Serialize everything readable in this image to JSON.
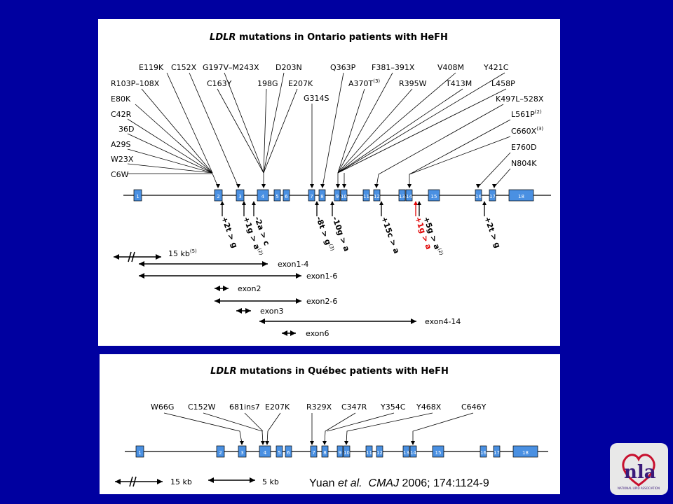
{
  "panel1": {
    "title_italic": "LDLR",
    "title_rest": " mutations in Ontario patients with HeFH",
    "exons": [
      "1",
      "2",
      "3",
      "4",
      "5",
      "6",
      "7",
      "8",
      "9",
      "10",
      "11",
      "12",
      "13",
      "14",
      "15",
      "16",
      "17",
      "18"
    ],
    "top_labels": [
      {
        "text": "E119K",
        "sup": ""
      },
      {
        "text": "C152X",
        "sup": ""
      },
      {
        "text": "G197V–M243X",
        "sup": ""
      },
      {
        "text": "D203N",
        "sup": ""
      },
      {
        "text": "R103P–108X",
        "sup": ""
      },
      {
        "text": "C163Y",
        "sup": ""
      },
      {
        "text": "198G",
        "sup": ""
      },
      {
        "text": "E207K",
        "sup": ""
      },
      {
        "text": "E80K",
        "sup": ""
      },
      {
        "text": "C42R",
        "sup": ""
      },
      {
        "text": "36D",
        "sup": ""
      },
      {
        "text": "A29S",
        "sup": ""
      },
      {
        "text": "W23X",
        "sup": ""
      },
      {
        "text": "C6W",
        "sup": ""
      },
      {
        "text": "G314S",
        "sup": ""
      },
      {
        "text": "Q363P",
        "sup": ""
      },
      {
        "text": "F381–391X",
        "sup": ""
      },
      {
        "text": "V408M",
        "sup": ""
      },
      {
        "text": "Y421C",
        "sup": ""
      },
      {
        "text": "A370T",
        "sup": "(3)"
      },
      {
        "text": "R395W",
        "sup": ""
      },
      {
        "text": "T413M",
        "sup": ""
      },
      {
        "text": "L458P",
        "sup": ""
      },
      {
        "text": "K497L–528X",
        "sup": ""
      },
      {
        "text": "L561P",
        "sup": "(2)"
      },
      {
        "text": "C660X",
        "sup": "(3)"
      },
      {
        "text": "E760D",
        "sup": ""
      },
      {
        "text": "N804K",
        "sup": ""
      }
    ],
    "splice_labels": [
      {
        "text": "+2t > g",
        "sup": "",
        "color": "#000000"
      },
      {
        "text": "+1g > a",
        "sup": "(2)",
        "color": "#000000"
      },
      {
        "text": "-2a > c",
        "sup": "",
        "color": "#000000"
      },
      {
        "text": "-8t > g",
        "sup": "(3)",
        "color": "#000000"
      },
      {
        "text": "-10g > a",
        "sup": "",
        "color": "#000000"
      },
      {
        "text": "+15c > a",
        "sup": "",
        "color": "#000000"
      },
      {
        "text": "+1g > a",
        "sup": "",
        "color": "#E00000"
      },
      {
        "text": "+5g > a",
        "sup": "(2)",
        "color": "#000000"
      },
      {
        "text": "+2t > g",
        "sup": "",
        "color": "#000000"
      }
    ],
    "scale_label": "15 kb",
    "scale_sup": "(5)",
    "deletions": [
      "exon1-4",
      "exon1-6",
      "exon2",
      "exon2-6",
      "exon3",
      "exon4-14",
      "exon6"
    ]
  },
  "panel2": {
    "title_italic": "LDLR",
    "title_rest": " mutations in Québec patients with HeFH",
    "exons": [
      "1",
      "2",
      "3",
      "4",
      "5",
      "6",
      "7",
      "8",
      "9",
      "10",
      "11",
      "12",
      "13",
      "14",
      "15",
      "16",
      "17",
      "18"
    ],
    "top_labels": [
      "W66G",
      "C152W",
      "681ins7",
      "E207K",
      "R329X",
      "C347R",
      "Y354C",
      "Y468X",
      "C646Y"
    ],
    "scale_labels": [
      "15 kb",
      "5 kb"
    ]
  },
  "citation": {
    "author": "Yuan ",
    "etal": "et al.",
    "journal": "CMAJ",
    "details": " 2006; 174:1124-9"
  },
  "logo": {
    "letters": "nla",
    "subtitle": "NATIONAL LIPID ASSOCIATION",
    "colors": {
      "n": "#3a1a7a",
      "l": "#c8102e",
      "a": "#3a1a7a"
    }
  }
}
